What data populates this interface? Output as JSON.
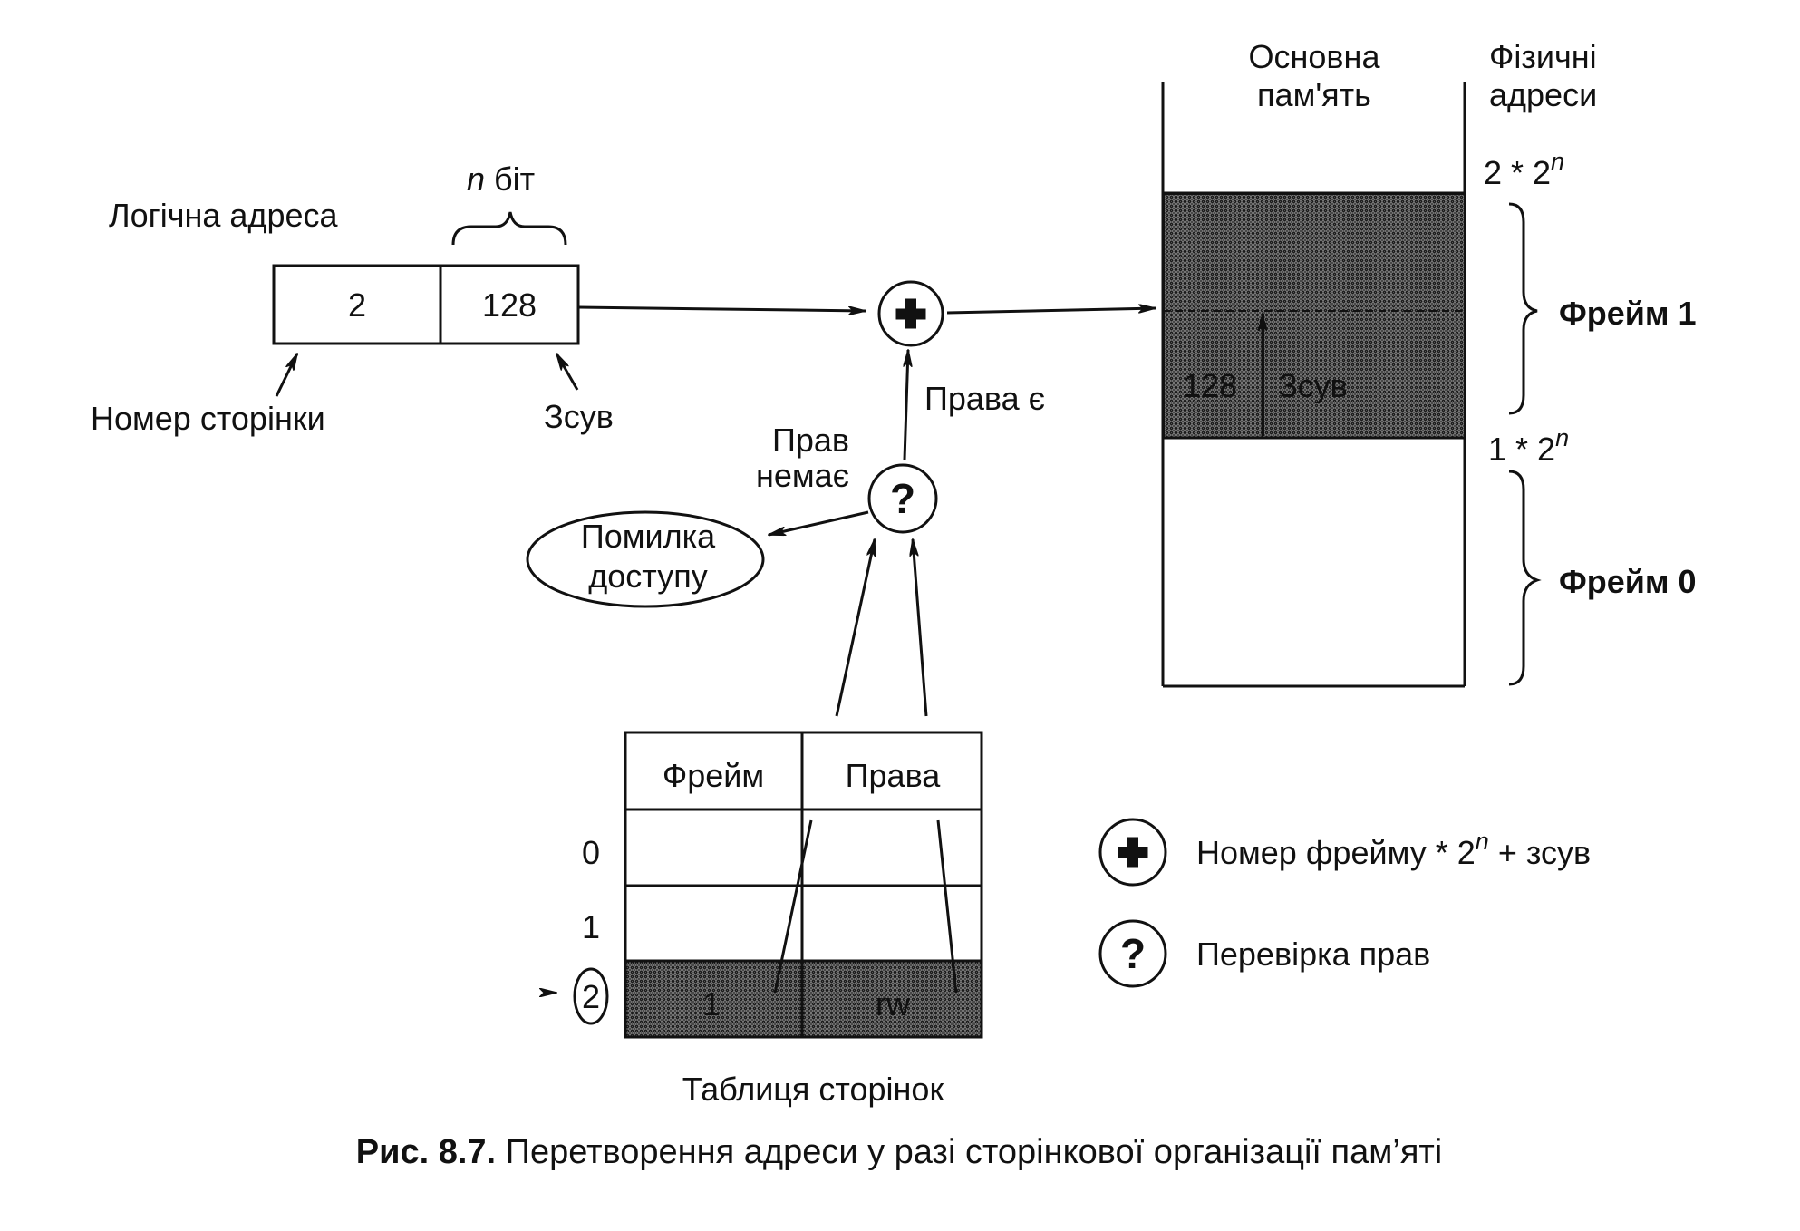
{
  "logical_address": {
    "title": "Логічна адреса",
    "page_value": "2",
    "offset_value": "128",
    "bits_n": "n",
    "bits_word": "біт",
    "page_label": "Номер сторінки",
    "offset_label": "Зсув"
  },
  "rights": {
    "yes_label": "Права є",
    "no_label_line1": "Прав",
    "no_label_line2": "немає",
    "error_line1": "Помилка",
    "error_line2": "доступу"
  },
  "page_table": {
    "title": "Таблиця сторінок",
    "col_frame": "Фрейм",
    "col_rights": "Права",
    "row_indices": [
      "0",
      "1",
      "2"
    ],
    "row2_frame": "1",
    "row2_rights": "rw"
  },
  "memory": {
    "header_line1": "Основна",
    "header_line2": "пам'ять",
    "addr_header_line1": "Фізичні",
    "addr_header_line2": "адреси",
    "addr_top_base": "2 * 2",
    "addr_mid_base": "1 * 2",
    "exp": "n",
    "frame1": "Фрейм 1",
    "frame0": "Фрейм 0",
    "inner_offset_value": "128",
    "inner_offset_label": "Зсув"
  },
  "legend": {
    "plus_text_a": "Номер фрейму * 2",
    "plus_text_exp": "n",
    "plus_text_b": " + зсув",
    "question_text": "Перевірка прав"
  },
  "caption": {
    "prefix": "Рис. 8.7.",
    "text": " Перетворення адреси у разі сторінкової організації пам’яті"
  }
}
